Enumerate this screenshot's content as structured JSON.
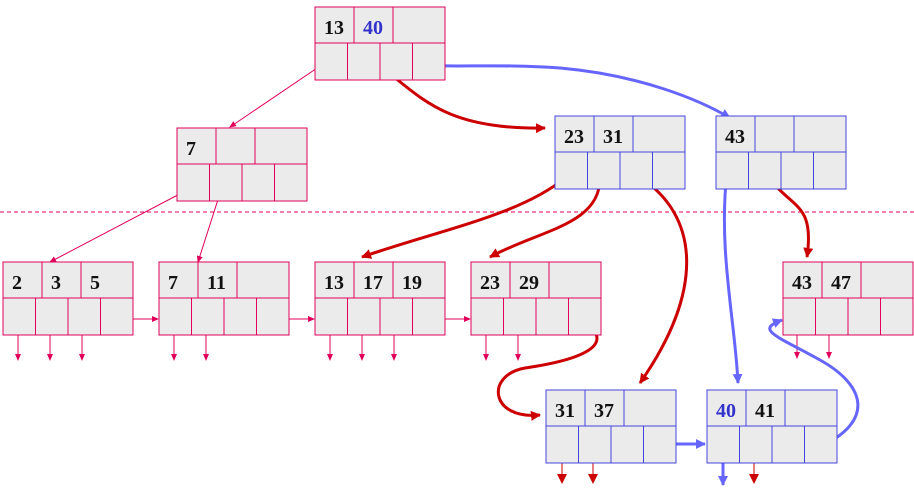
{
  "colors": {
    "background": "#ffffff",
    "cell_fill": "#ebebeb",
    "pink_border": "#e0005a",
    "blue_border": "#4444dd",
    "red_arrow": "#cc0000",
    "blue_arrow": "#6666ff",
    "pink_arrow": "#e0005a",
    "key_text": "#111111",
    "key_highlight": "#3333cc",
    "separator": "#e0005a"
  },
  "nodes": [
    {
      "id": "root",
      "keys": [
        "13",
        "40",
        ""
      ],
      "highlight": [
        1
      ]
    },
    {
      "id": "inner-7",
      "keys": [
        "7",
        "",
        ""
      ],
      "highlight": []
    },
    {
      "id": "inner-23",
      "keys": [
        "23",
        "31",
        ""
      ],
      "highlight": []
    },
    {
      "id": "inner-43",
      "keys": [
        "43",
        "",
        ""
      ],
      "highlight": []
    },
    {
      "id": "leaf-2",
      "keys": [
        "2",
        "3",
        "5"
      ],
      "highlight": []
    },
    {
      "id": "leaf-7",
      "keys": [
        "7",
        "11",
        ""
      ],
      "highlight": []
    },
    {
      "id": "leaf-13",
      "keys": [
        "13",
        "17",
        "19"
      ],
      "highlight": []
    },
    {
      "id": "leaf-23",
      "keys": [
        "23",
        "29",
        ""
      ],
      "highlight": []
    },
    {
      "id": "leaf-43",
      "keys": [
        "43",
        "47",
        ""
      ],
      "highlight": []
    },
    {
      "id": "leaf-31",
      "keys": [
        "31",
        "37",
        ""
      ],
      "highlight": []
    },
    {
      "id": "leaf-40",
      "keys": [
        "40",
        "41",
        ""
      ],
      "highlight": [
        0
      ]
    }
  ]
}
